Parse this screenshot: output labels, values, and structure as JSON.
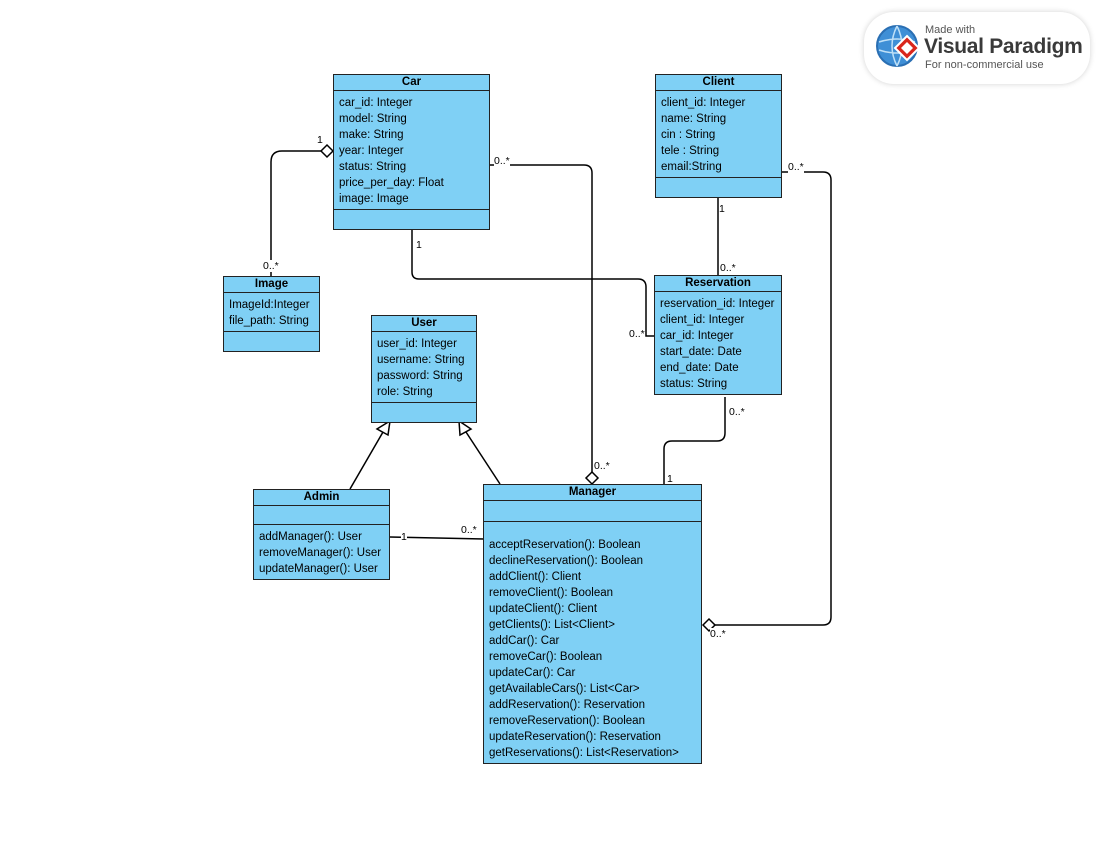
{
  "logo": {
    "made_with": "Made with",
    "brand": "Visual Paradigm",
    "note": "For non-commercial use"
  },
  "classes": {
    "car": {
      "name": "Car",
      "attributes": [
        "car_id: Integer",
        "model: String",
        "make: String",
        "year: Integer",
        "status: String",
        "price_per_day: Float",
        "image: Image"
      ],
      "operations": []
    },
    "client": {
      "name": "Client",
      "attributes": [
        "client_id: Integer",
        "name: String",
        "cin : String",
        "tele : String",
        "email:String"
      ],
      "operations": []
    },
    "image": {
      "name": "Image",
      "attributes": [
        "ImageId:Integer",
        "file_path: String"
      ],
      "operations": []
    },
    "user": {
      "name": "User",
      "attributes": [
        "user_id: Integer",
        "username: String",
        "password: String",
        "role: String"
      ],
      "operations": []
    },
    "reservation": {
      "name": "Reservation",
      "attributes": [
        "reservation_id: Integer",
        "client_id: Integer",
        "car_id: Integer",
        "start_date: Date",
        "end_date: Date",
        "status: String"
      ],
      "operations": []
    },
    "admin": {
      "name": "Admin",
      "attributes": [],
      "operations": [
        "addManager(): User",
        "removeManager(): User",
        "updateManager(): User"
      ]
    },
    "manager": {
      "name": "Manager",
      "attributes": [],
      "operations": [
        "acceptReservation(): Boolean",
        "declineReservation(): Boolean",
        "addClient(): Client",
        "removeClient(): Boolean",
        "updateClient(): Client",
        "getClients(): List<Client>",
        "addCar(): Car",
        "removeCar(): Boolean",
        "updateCar(): Car",
        "getAvailableCars(): List<Car>",
        "addReservation(): Reservation",
        "removeReservation(): Boolean",
        "updateReservation(): Reservation",
        "getReservations(): List<Reservation>"
      ]
    }
  },
  "relationships": [
    {
      "id": "car-image",
      "kind": "aggregation",
      "whole": "car",
      "part": "image",
      "whole_mult": "1",
      "part_mult": "0..*"
    },
    {
      "id": "car-manager",
      "kind": "aggregation",
      "whole": "manager",
      "part": "car",
      "whole_mult": "0..*",
      "part_mult": "0..*"
    },
    {
      "id": "car-reservation",
      "kind": "association",
      "from": "car",
      "to": "reservation",
      "from_mult": "1",
      "to_mult": "0..*"
    },
    {
      "id": "client-reservation",
      "kind": "association",
      "from": "client",
      "to": "reservation",
      "from_mult": "1",
      "to_mult": "0..*"
    },
    {
      "id": "client-manager",
      "kind": "aggregation",
      "whole": "manager",
      "part": "client",
      "whole_mult": "0..*",
      "part_mult": "0..*"
    },
    {
      "id": "reservation-manager",
      "kind": "association",
      "from": "reservation",
      "to": "manager",
      "from_mult": "0..*",
      "to_mult": "1"
    },
    {
      "id": "admin-manager",
      "kind": "association",
      "from": "admin",
      "to": "manager",
      "from_mult": "1",
      "to_mult": "0..*"
    },
    {
      "id": "admin-user",
      "kind": "generalization",
      "child": "admin",
      "parent": "user"
    },
    {
      "id": "manager-user",
      "kind": "generalization",
      "child": "manager",
      "parent": "user"
    }
  ]
}
